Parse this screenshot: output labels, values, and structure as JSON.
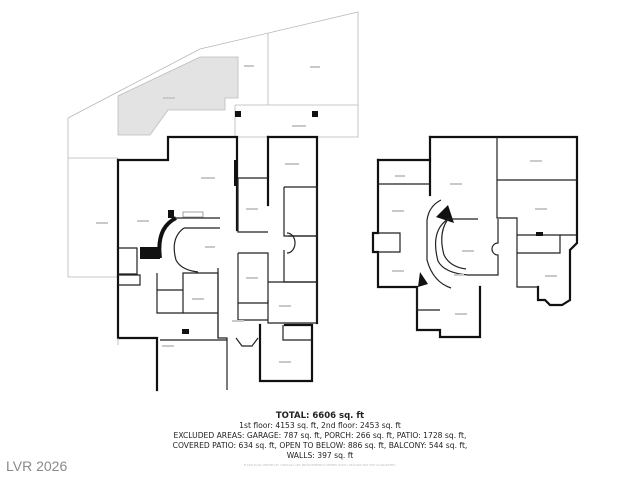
{
  "summary": {
    "total": "TOTAL: 6606 sq. ft",
    "floors": "1st floor: 4153 sq. ft, 2nd floor: 2453 sq. ft",
    "excluded_1": "EXCLUDED AREAS: GARAGE: 787 sq. ft, PORCH: 266 sq. ft, PATIO: 1728 sq. ft,",
    "excluded_2": "COVERED PATIO: 634 sq. ft, OPEN TO BELOW: 886 sq. ft, BALCONY: 544 sq. ft,",
    "walls": "WALLS: 397 sq. ft"
  },
  "disclaimer": "FLOOR PLAN CREATED BY CUBICASA APP. MEASUREMENTS DEEMED HIGHLY RELIABLE BUT NOT GUARANTEED.",
  "watermark": "LVR 2026",
  "colors": {
    "walls": "#111111",
    "excluded_area_fill": "#e3e3e3",
    "outline": "#b8b8b8"
  }
}
